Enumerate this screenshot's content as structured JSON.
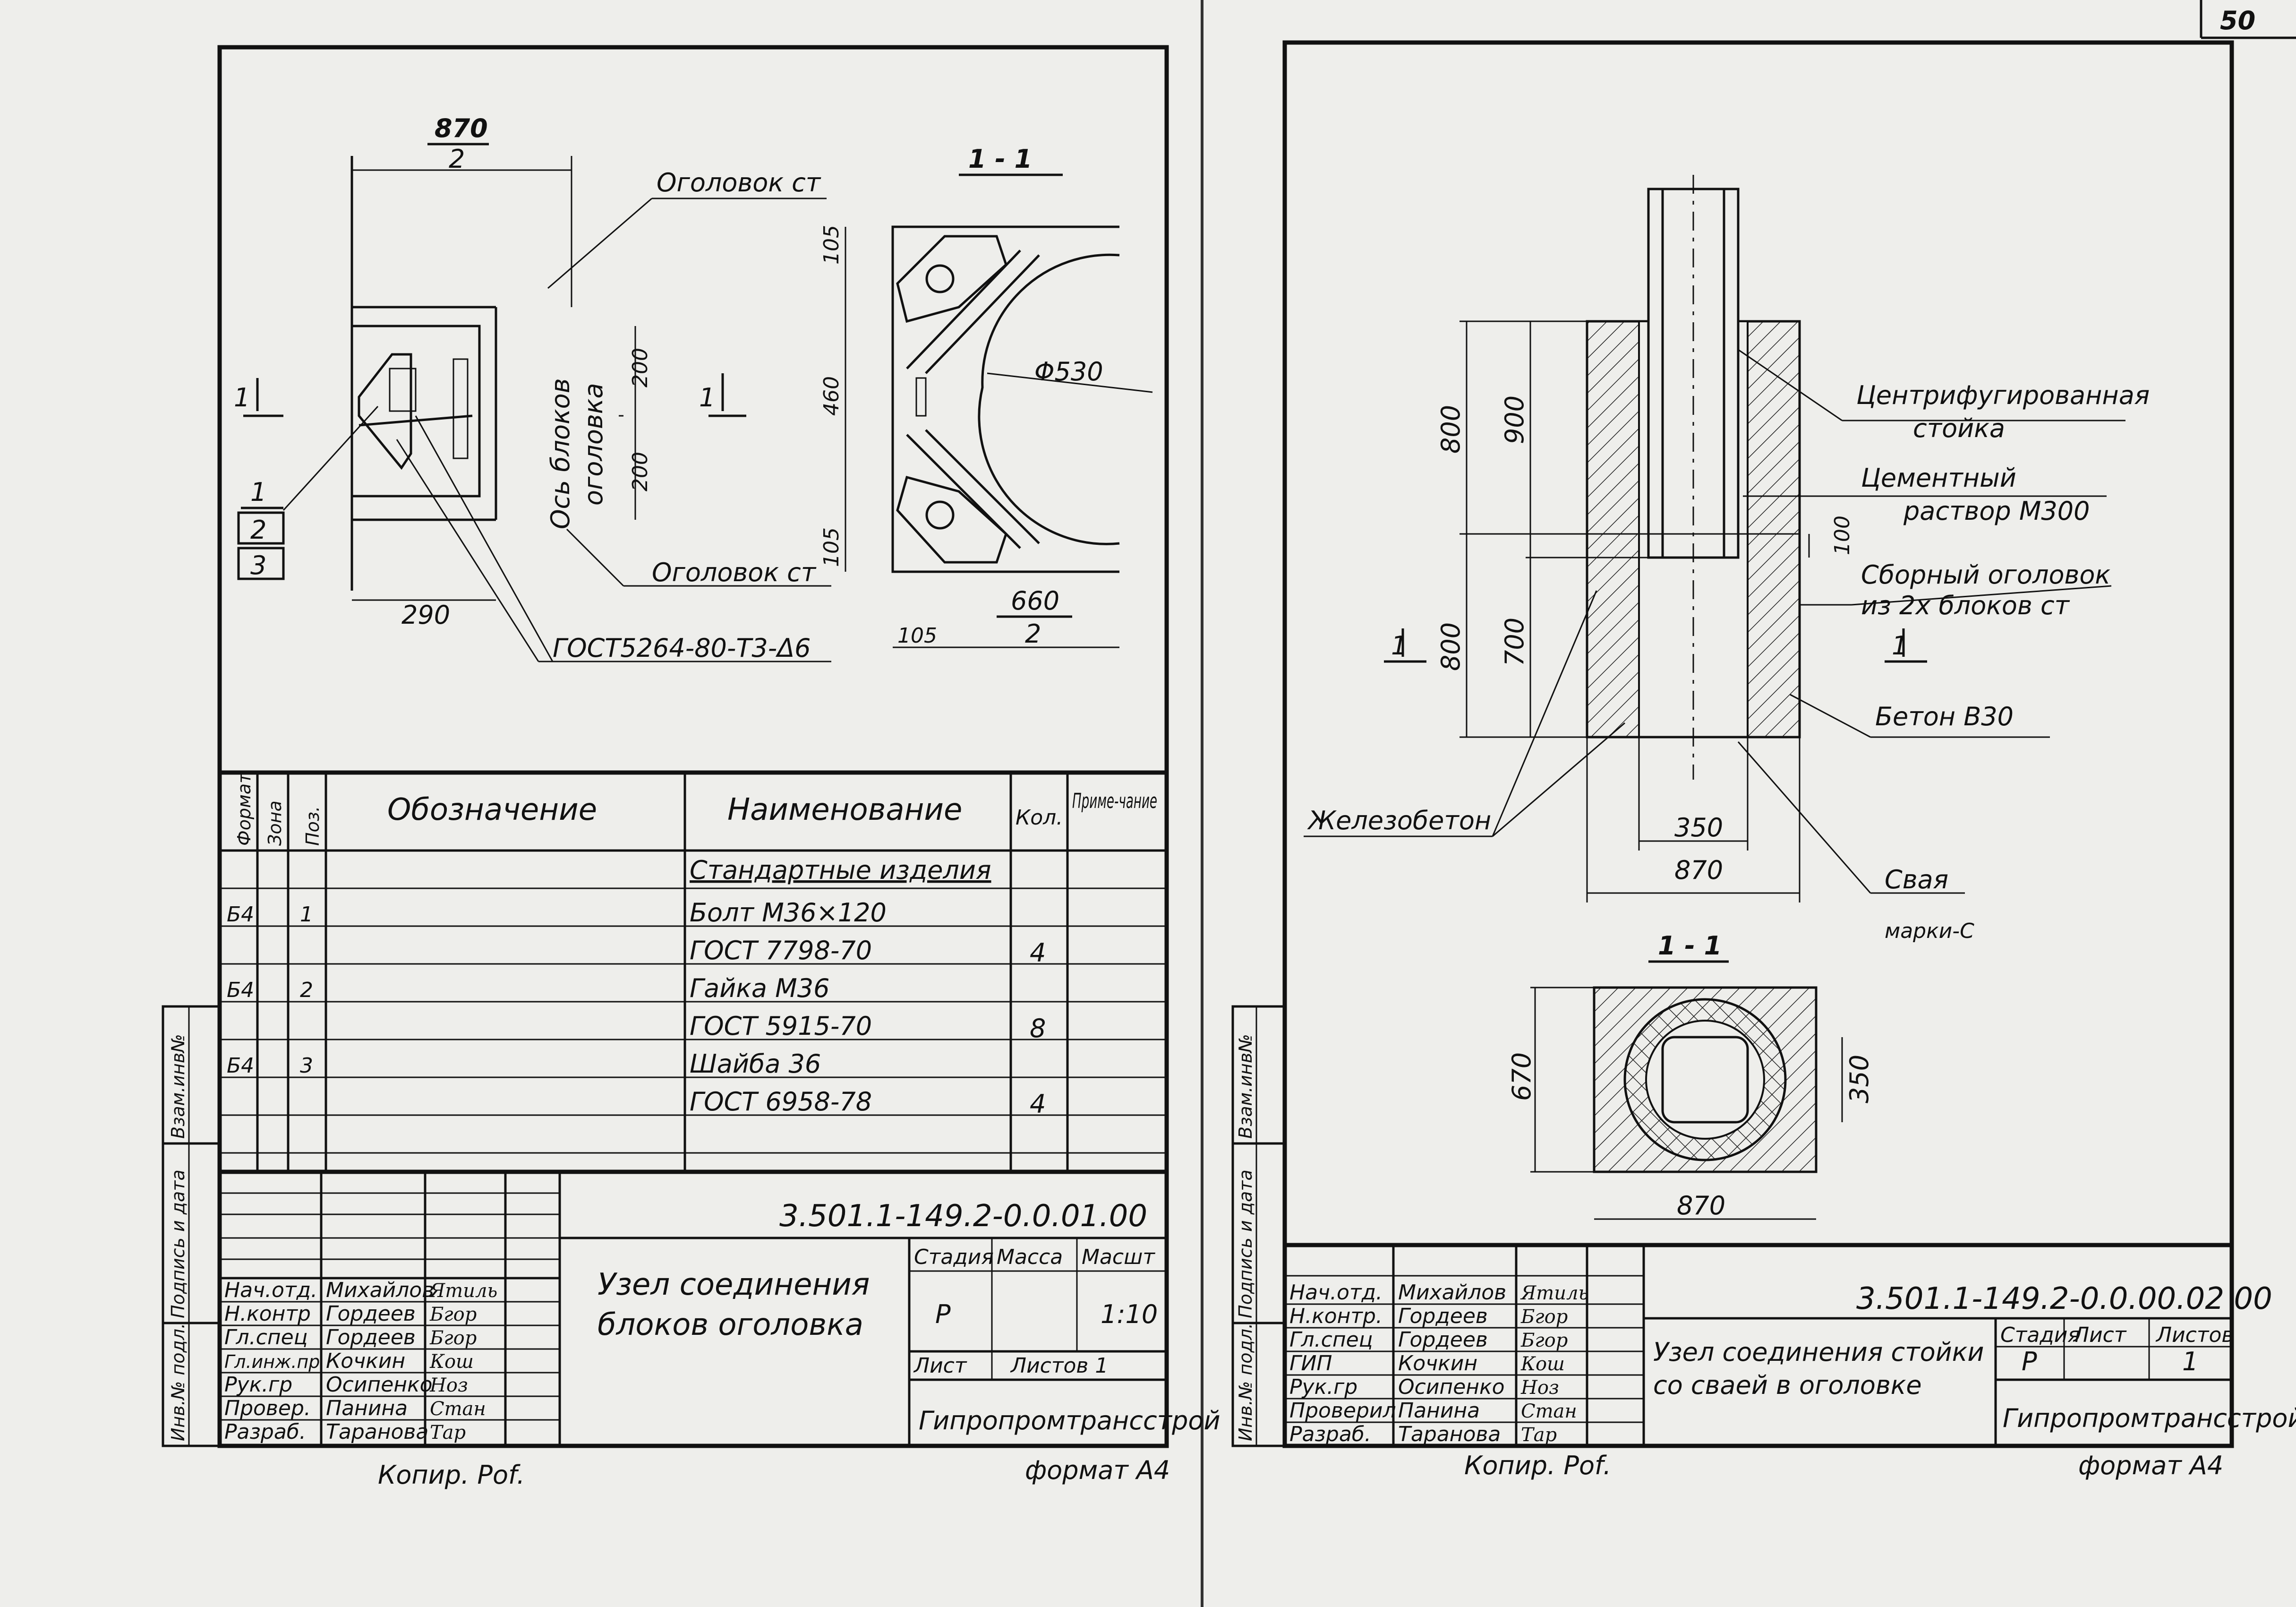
{
  "page_number": "50",
  "left_sheet": {
    "dim_top": {
      "num": "870",
      "den": "2"
    },
    "dim_left_bottom": "290",
    "callout_ogolovok_top": "Оголовок ст",
    "callout_ogolovok_bottom": "Оголовок ст",
    "axis_label_1": "Ось блоков",
    "axis_label_2": "оголовка",
    "dim_v_200_top": "200",
    "dim_v_200_bottom": "200",
    "section_mark": "1",
    "section_title": "1 - 1",
    "positions": [
      "1",
      "2",
      "3"
    ],
    "weld_note": "ГОСТ5264-80-Т3-Δ6",
    "sec_dim_105_top": "105",
    "sec_dim_460": "460",
    "sec_dim_105_bottom": "105",
    "sec_diameter": "Φ530",
    "sec_dim_105_h": "105",
    "sec_dim_660": {
      "num": "660",
      "den": "2"
    },
    "spec": {
      "headers": {
        "format": "Формат",
        "zone": "Зона",
        "pos": "Поз.",
        "designation": "Обозначение",
        "name": "Наименование",
        "qty": "Кол.",
        "note": "Приме-чание"
      },
      "section_title": "Стандартные изделия",
      "rows": [
        {
          "format": "Б4",
          "pos": "1",
          "name": "Болт М36×120",
          "qty": ""
        },
        {
          "format": "",
          "pos": "",
          "name": "ГОСТ 7798-70",
          "qty": "4"
        },
        {
          "format": "Б4",
          "pos": "2",
          "name": "Гайка М36",
          "qty": ""
        },
        {
          "format": "",
          "pos": "",
          "name": "ГОСТ 5915-70",
          "qty": "8"
        },
        {
          "format": "Б4",
          "pos": "3",
          "name": "Шайба 36",
          "qty": ""
        },
        {
          "format": "",
          "pos": "",
          "name": "ГОСТ 6958-78",
          "qty": "4"
        }
      ]
    },
    "side_labels": [
      "Инв.№ подл.",
      "Подпись и дата",
      "Взам.инв№"
    ],
    "title_block": {
      "code": "3.501.1-149.2-0.0.01.00",
      "title_line1": "Узел соединения",
      "title_line2": "блоков оголовка",
      "stage_label": "Стадия",
      "mass_label": "Масса",
      "scale_label": "Масшт",
      "stage": "Р",
      "scale": "1:10",
      "sheet_label": "Лист",
      "sheets_label": "Листов 1",
      "org": "Гипропромтрансстрой",
      "people": [
        {
          "role": "Нач.отд.",
          "name": "Михайлов",
          "sign": "Ятиль"
        },
        {
          "role": "Н.контр",
          "name": "Гордеев",
          "sign": "Бгор"
        },
        {
          "role": "Гл.спец",
          "name": "Гордеев",
          "sign": "Бгор"
        },
        {
          "role": "Гл.инж.пр",
          "name": "Кочкин",
          "sign": "Кош"
        },
        {
          "role": "Рук.гр",
          "name": "Осипенко",
          "sign": "Ноз"
        },
        {
          "role": "Провер.",
          "name": "Панина",
          "sign": "Стан"
        },
        {
          "role": "Разраб.",
          "name": "Таранова",
          "sign": "Тар"
        }
      ]
    },
    "copy_label": "Копир. Роf.",
    "format_label": "формат А4"
  },
  "right_sheet": {
    "labels": {
      "column1": "Центрифугированная",
      "column2": "стойка",
      "mortar1": "Цементный",
      "mortar2": "раствор М300",
      "head1": "Сборный оголовок",
      "head2": "из 2х блоков ст",
      "concrete": "Бетон В30",
      "rc": "Железобетон",
      "pile1": "Свая",
      "pile2": "марки-С"
    },
    "dims_v": {
      "d800_top": "800",
      "d900": "900",
      "d800_bottom": "800",
      "d700": "700",
      "d100": "100"
    },
    "dims_h": {
      "d350": "350",
      "d870": "870"
    },
    "section_mark": "1",
    "section_title": "1 - 1",
    "section_dims": {
      "d670": "670",
      "d350": "350",
      "d870": "870"
    },
    "side_labels": [
      "Инв.№ подл.",
      "Подпись и дата",
      "Взам.инв№"
    ],
    "title_block": {
      "code": "3.501.1-149.2-0.0.00.02 00",
      "title_line1": "Узел соединения стойки",
      "title_line2": "со сваей в оголовке",
      "stage_label": "Стадия",
      "sheet_label": "Лист",
      "sheets_label": "Листов",
      "stage": "Р",
      "sheets": "1",
      "org": "Гипропромтрансстрой",
      "people": [
        {
          "role": "Нач.отд.",
          "name": "Михайлов",
          "sign": "Ятиль"
        },
        {
          "role": "Н.контр.",
          "name": "Гордеев",
          "sign": "Бгор"
        },
        {
          "role": "Гл.спец",
          "name": "Гордеев",
          "sign": "Бгор"
        },
        {
          "role": "ГИП",
          "name": "Кочкин",
          "sign": "Кош"
        },
        {
          "role": "Рук.гр",
          "name": "Осипенко",
          "sign": "Ноз"
        },
        {
          "role": "Проверил",
          "name": "Панина",
          "sign": "Стан"
        },
        {
          "role": "Разраб.",
          "name": "Таранова",
          "sign": "Тар"
        }
      ]
    },
    "copy_label": "Копир. Роf.",
    "format_label": "формат А4"
  }
}
